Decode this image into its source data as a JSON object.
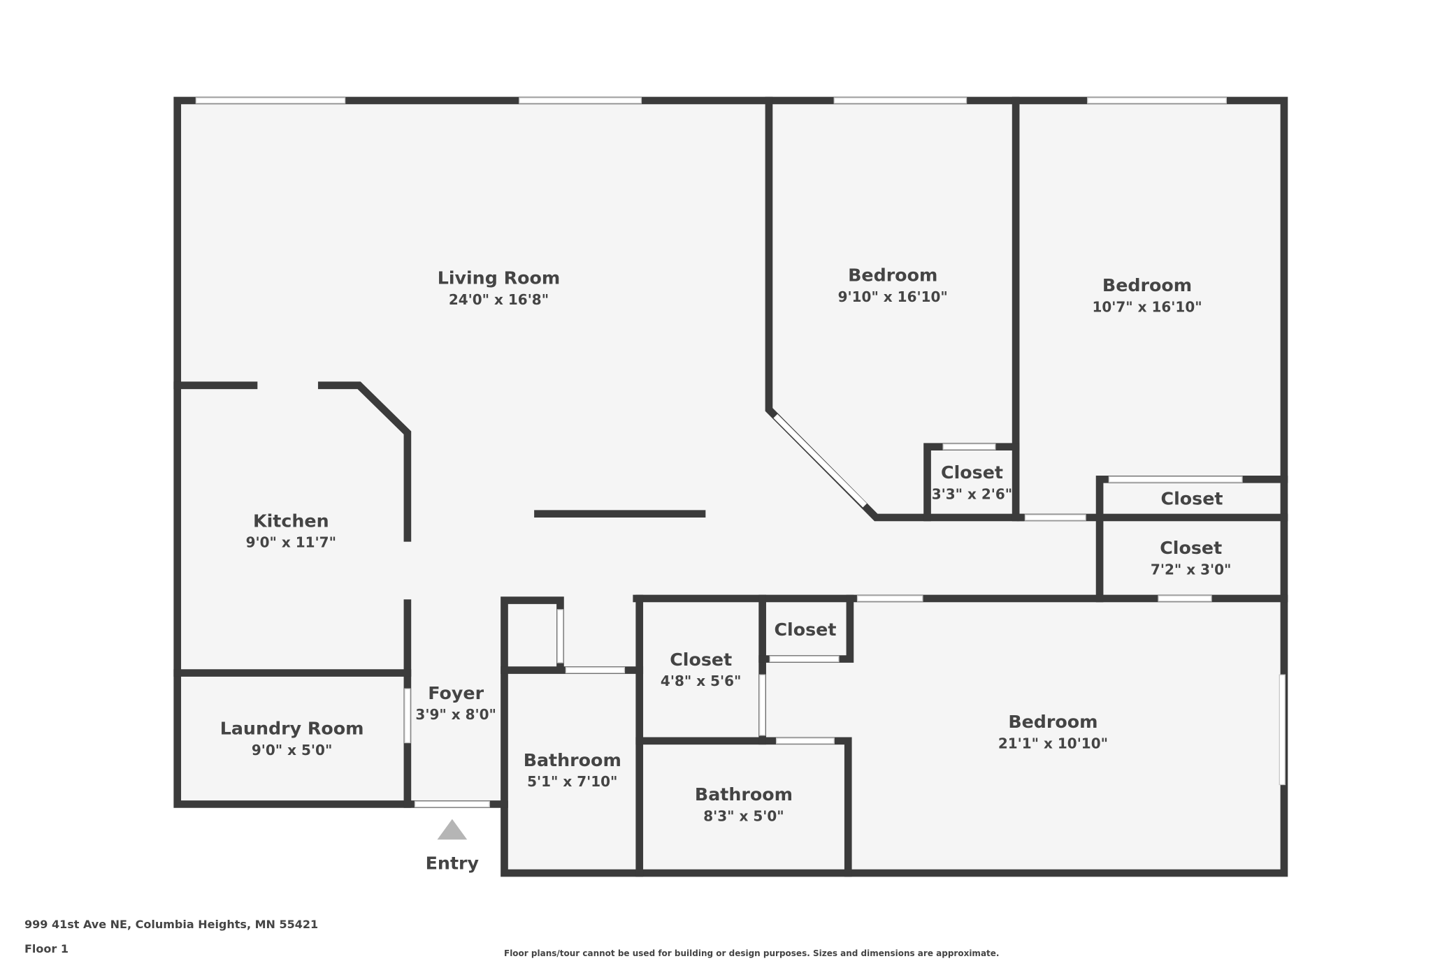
{
  "rooms": [
    {
      "name": "Living Room",
      "dims": "24'0\" x 16'8\""
    },
    {
      "name": "Bedroom",
      "dims": "9'10\" x 16'10\""
    },
    {
      "name": "Bedroom",
      "dims": "10'7\" x 16'10\""
    },
    {
      "name": "Closet",
      "dims": "3'3\" x 2'6\""
    },
    {
      "name": "Closet",
      "dims": ""
    },
    {
      "name": "Closet",
      "dims": "7'2\" x 3'0\""
    },
    {
      "name": "Kitchen",
      "dims": "9'0\" x 11'7\""
    },
    {
      "name": "Closet",
      "dims": ""
    },
    {
      "name": "Closet",
      "dims": "4'8\" x 5'6\""
    },
    {
      "name": "Foyer",
      "dims": "3'9\" x 8'0\""
    },
    {
      "name": "Laundry Room",
      "dims": "9'0\" x 5'0\""
    },
    {
      "name": "Bathroom",
      "dims": "5'1\" x 7'10\""
    },
    {
      "name": "Bathroom",
      "dims": "8'3\" x 5'0\""
    },
    {
      "name": "Bedroom",
      "dims": "21'1\" x 10'10\""
    }
  ],
  "entry_label": "Entry",
  "address": "999 41st Ave NE, Columbia Heights, MN 55421",
  "floor": "Floor 1",
  "disclaimer": "Floor plans/tour cannot be used for building or design purposes. Sizes and dimensions are approximate.",
  "colors": {
    "wall": "#3b3b3b",
    "floor": "#f5f5f5"
  }
}
